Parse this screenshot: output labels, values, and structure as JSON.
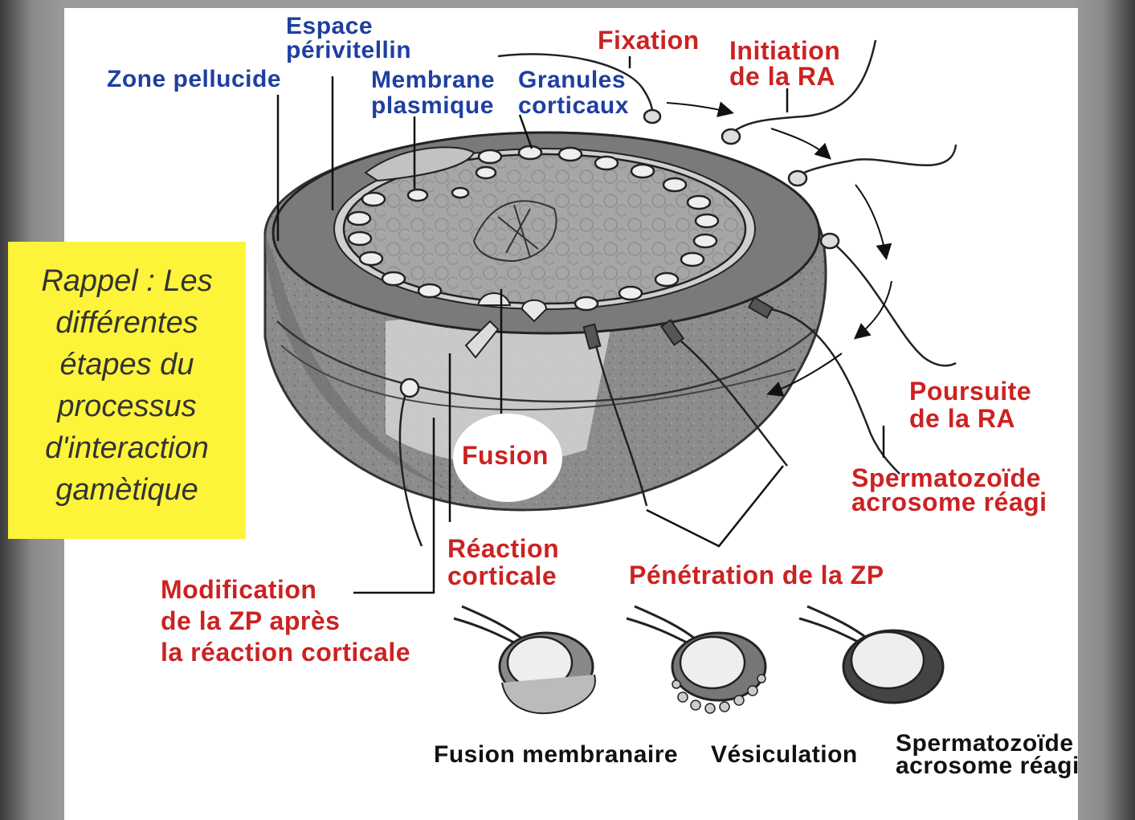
{
  "labels": {
    "espace": "Espace\npérivitellin",
    "zone_pellucide": "Zone pellucide",
    "membrane": "Membrane\nplasmique",
    "granules": "Granules\ncorticaux",
    "fixation": "Fixation",
    "initiation": "Initiation\nde la RA",
    "poursuite": "Poursuite\nde la RA",
    "spermatozoide_red": "Spermatozoïde\nacrosome réagi",
    "fusion": "Fusion",
    "reaction": "Réaction\ncorticale",
    "penetration": "Pénétration de la ZP",
    "modification": "Modification\nde la ZP après\nla réaction corticale",
    "fusion_membranaire": "Fusion membranaire",
    "vesiculation": "Vésiculation",
    "spermatozoide_black": "Spermatozoïde\nacrosome réagi"
  },
  "rappel": "Rappel : Les\ndifférentes\nétapes du\nprocessus\nd'interaction\ngamètique",
  "colors": {
    "blue_label": "#1f3fa0",
    "red_label": "#cc2222",
    "rappel_box": "#fdf43a"
  }
}
